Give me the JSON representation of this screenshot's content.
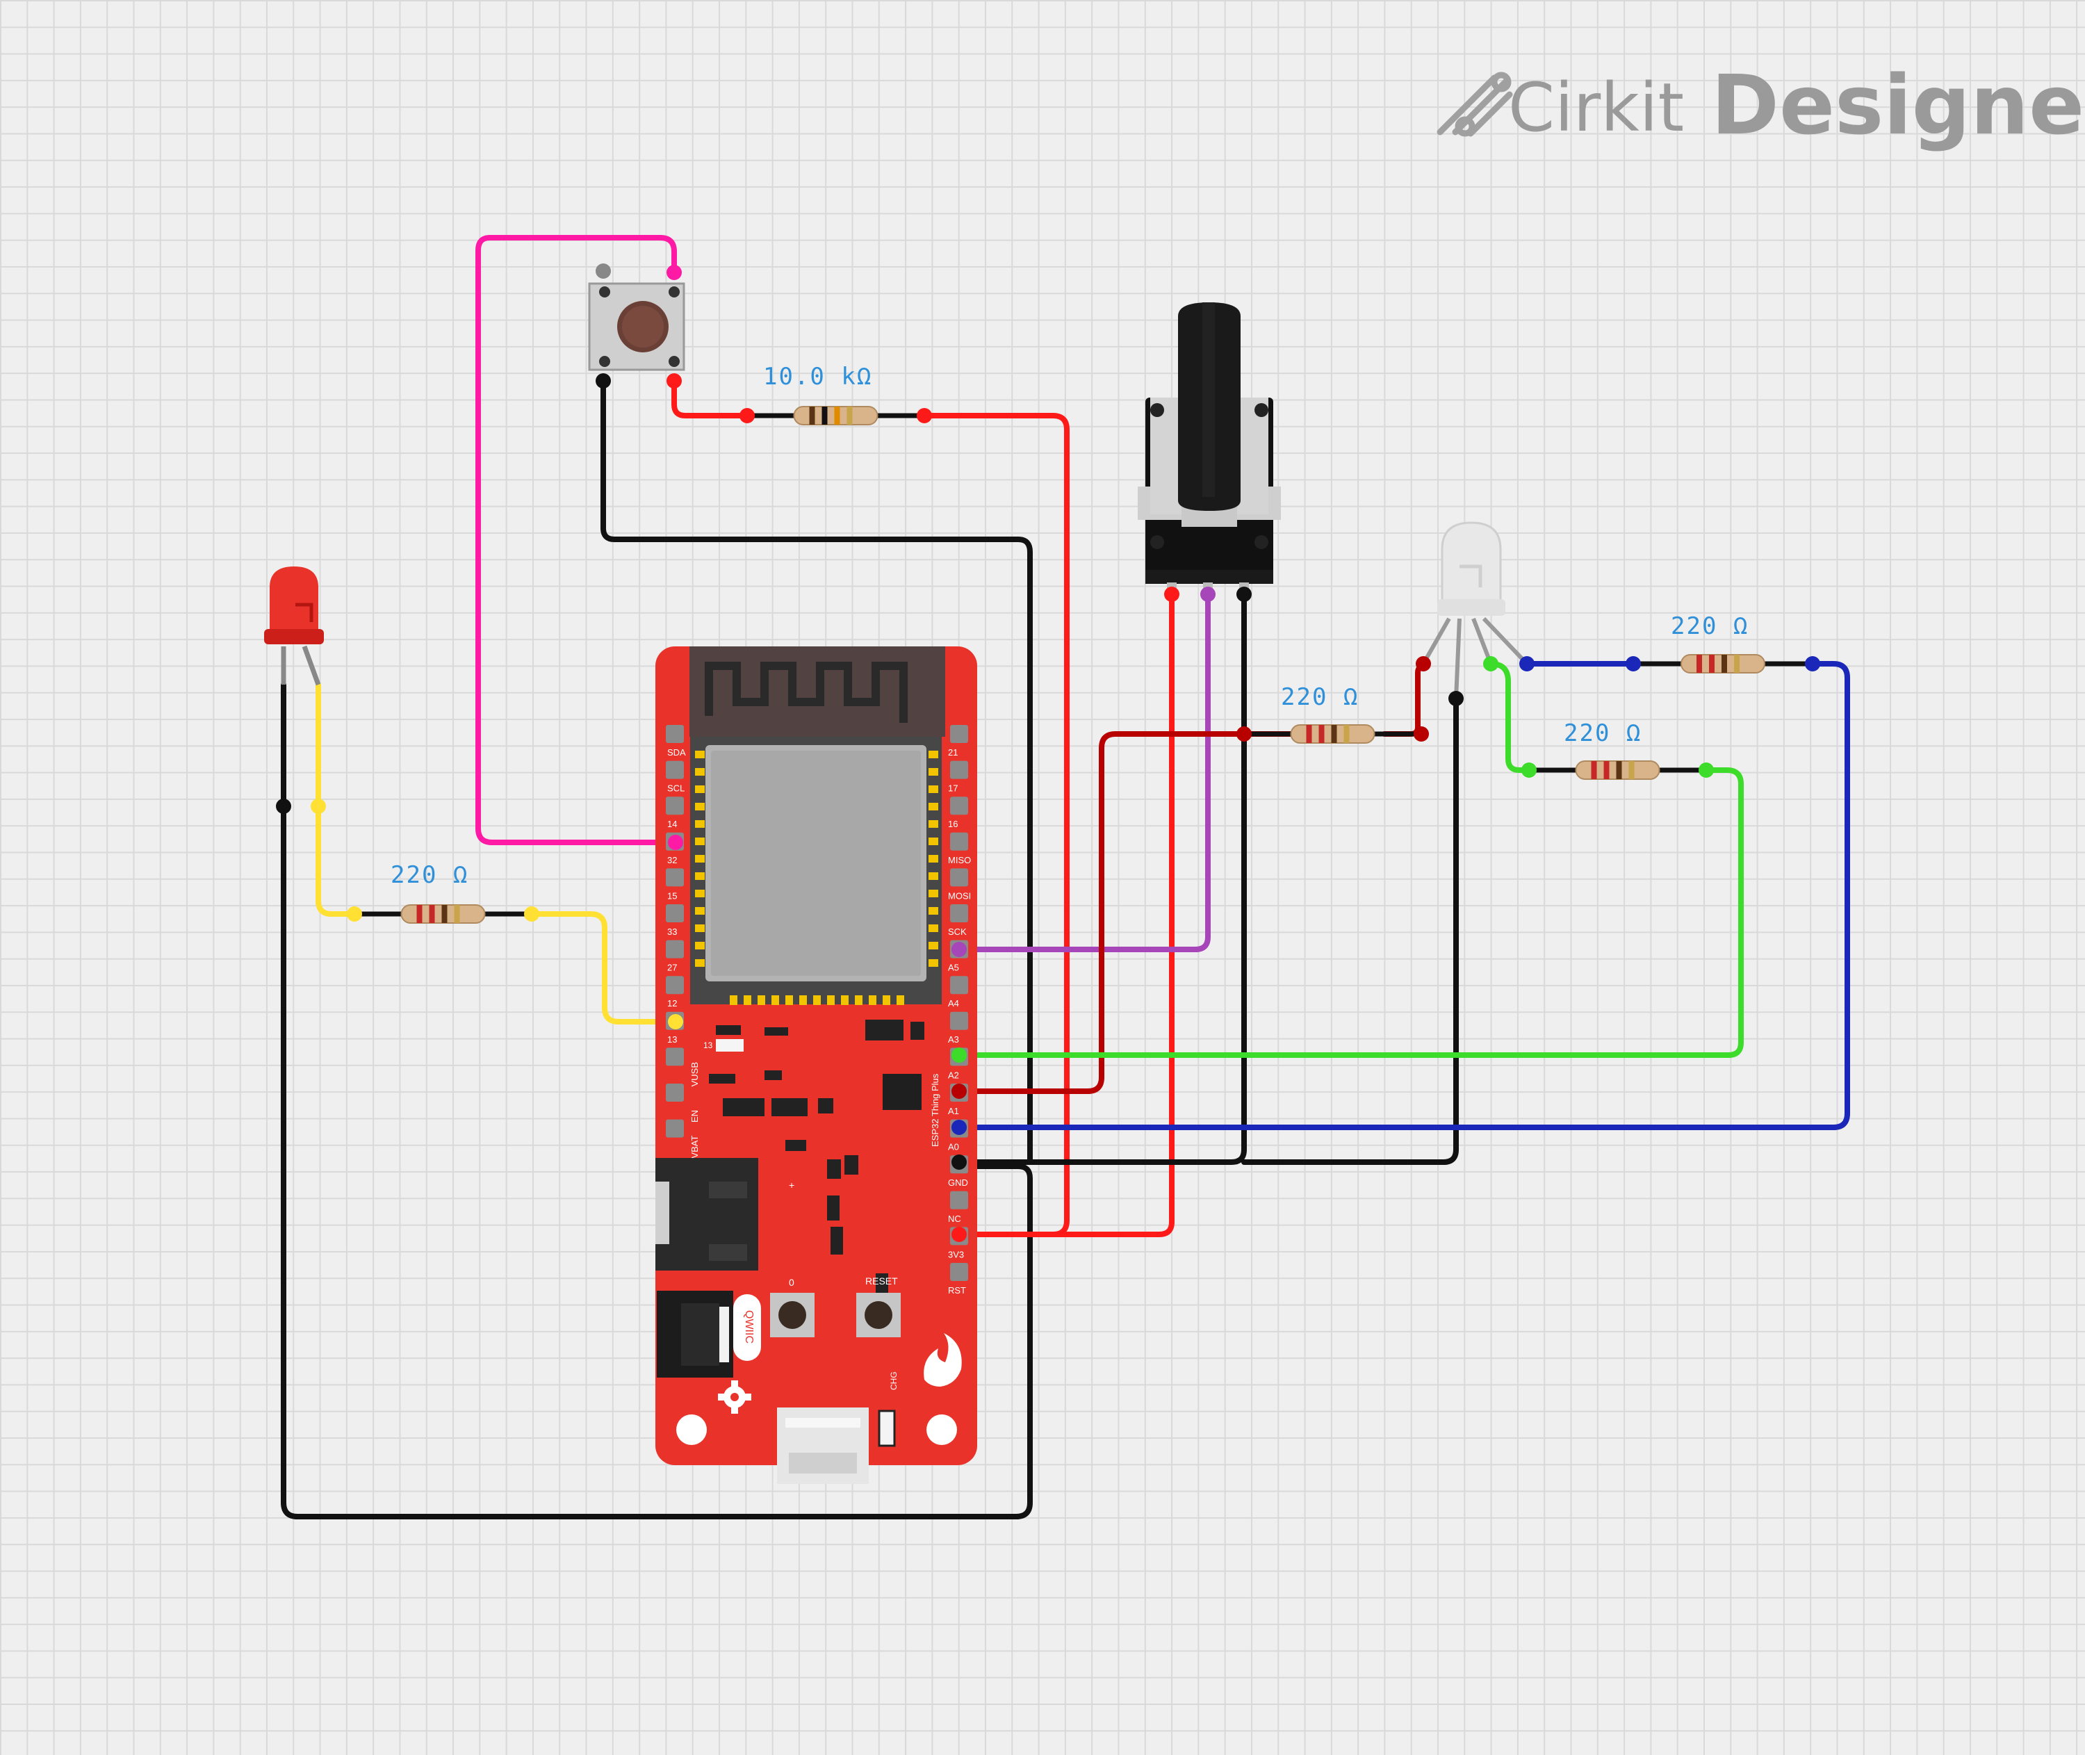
{
  "brand": {
    "name_light": "Cirkit",
    "name_bold": "Designer",
    "logo_icon": "cirkit-logo-icon"
  },
  "components": {
    "pushbutton": {
      "name": "pushbutton",
      "icon": "tactile-switch-icon"
    },
    "resistor_pullup": {
      "label": "10.0 kΩ"
    },
    "resistor_led": {
      "label": "220 Ω"
    },
    "resistor_rgb_red": {
      "label": "220 Ω"
    },
    "resistor_rgb_green": {
      "label": "220 Ω"
    },
    "resistor_rgb_blue": {
      "label": "220 Ω"
    },
    "led": {
      "color": "#e8322a"
    },
    "potentiometer": {
      "name": "rotary-potentiometer"
    },
    "rgb_led": {
      "name": "rgb-led-common-cathode"
    }
  },
  "board": {
    "name": "ESP32 Thing Plus",
    "left_pins": [
      "SDA",
      "SCL",
      "14",
      "32",
      "15",
      "33",
      "27",
      "12",
      "13",
      "VUSB",
      "EN",
      "VBAT"
    ],
    "right_pins": [
      "21",
      "17",
      "16",
      "MISO",
      "MOSI",
      "SCK",
      "A5",
      "A4",
      "A3",
      "A2",
      "A1",
      "A0",
      "GND",
      "NC",
      "3V3",
      "RST"
    ],
    "labels": {
      "qwiic": "QWIIC",
      "reset": "RESET",
      "boot": "0",
      "chg": "CHG",
      "pin13": "13",
      "plus": "+"
    }
  },
  "wire_colors": {
    "pink": "#ff1aa6",
    "black": "#111111",
    "red": "#ff1a1a",
    "dark_red": "#b80000",
    "purple": "#a646b8",
    "yellow": "#ffe033",
    "green": "#3ddc2a",
    "blue": "#1a27b8"
  }
}
